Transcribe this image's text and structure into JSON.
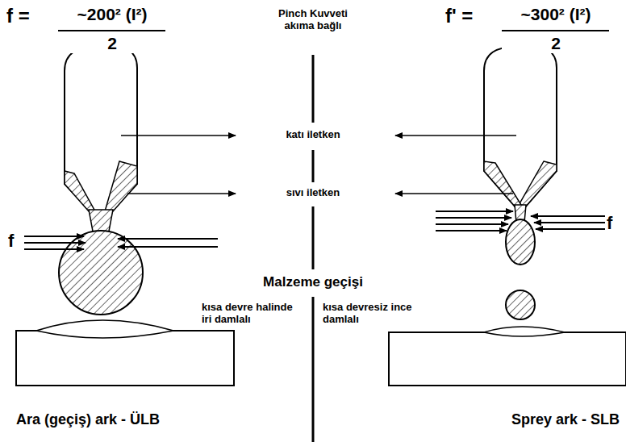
{
  "diagram": {
    "labels": [
      "f =",
      "~200² (I²)",
      "2",
      "Pinch Kuvveti akıma bağlı",
      "f' =",
      "~300² (I²)",
      "2",
      "katı iletken",
      "sıvı iletken",
      "f",
      "Malzeme geçişi",
      "f",
      "kısa devre halinde iri damlalı",
      "kısa devresiz ince damlalı",
      "Ara (geçiş) ark - ÜLB",
      "Sprey ark - SLB"
    ]
  }
}
